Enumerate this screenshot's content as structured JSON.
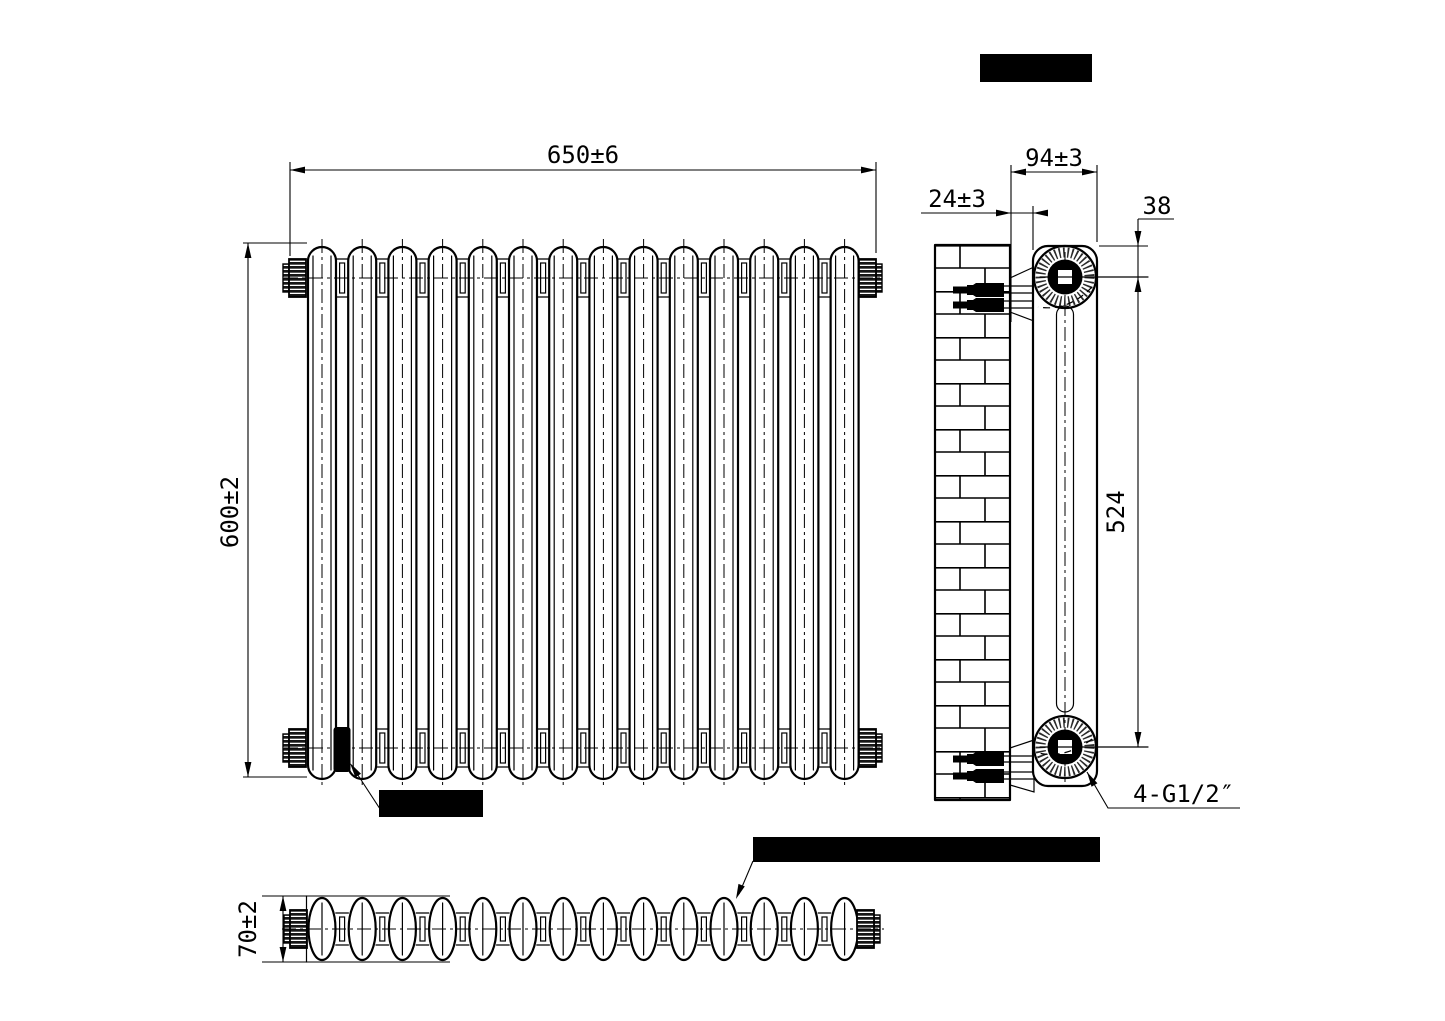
{
  "meta": {
    "type": "technical-drawing",
    "subject": "2-column sectional radiator, 14 sections, wall mounted"
  },
  "dimensions": {
    "front_width": "650±6",
    "front_height": "600±2",
    "side_depth": "94±3",
    "side_wall_clearance": "24±3",
    "side_top_to_port": "38",
    "side_port_spacing": "524",
    "thread_spec": "4-G1/2″",
    "plan_depth": "70±2"
  },
  "counts": {
    "sections": 14,
    "tappings": 4,
    "redacted_labels": 3
  },
  "colors": {
    "line": "#000000",
    "background": "#ffffff",
    "redaction": "#000000"
  }
}
